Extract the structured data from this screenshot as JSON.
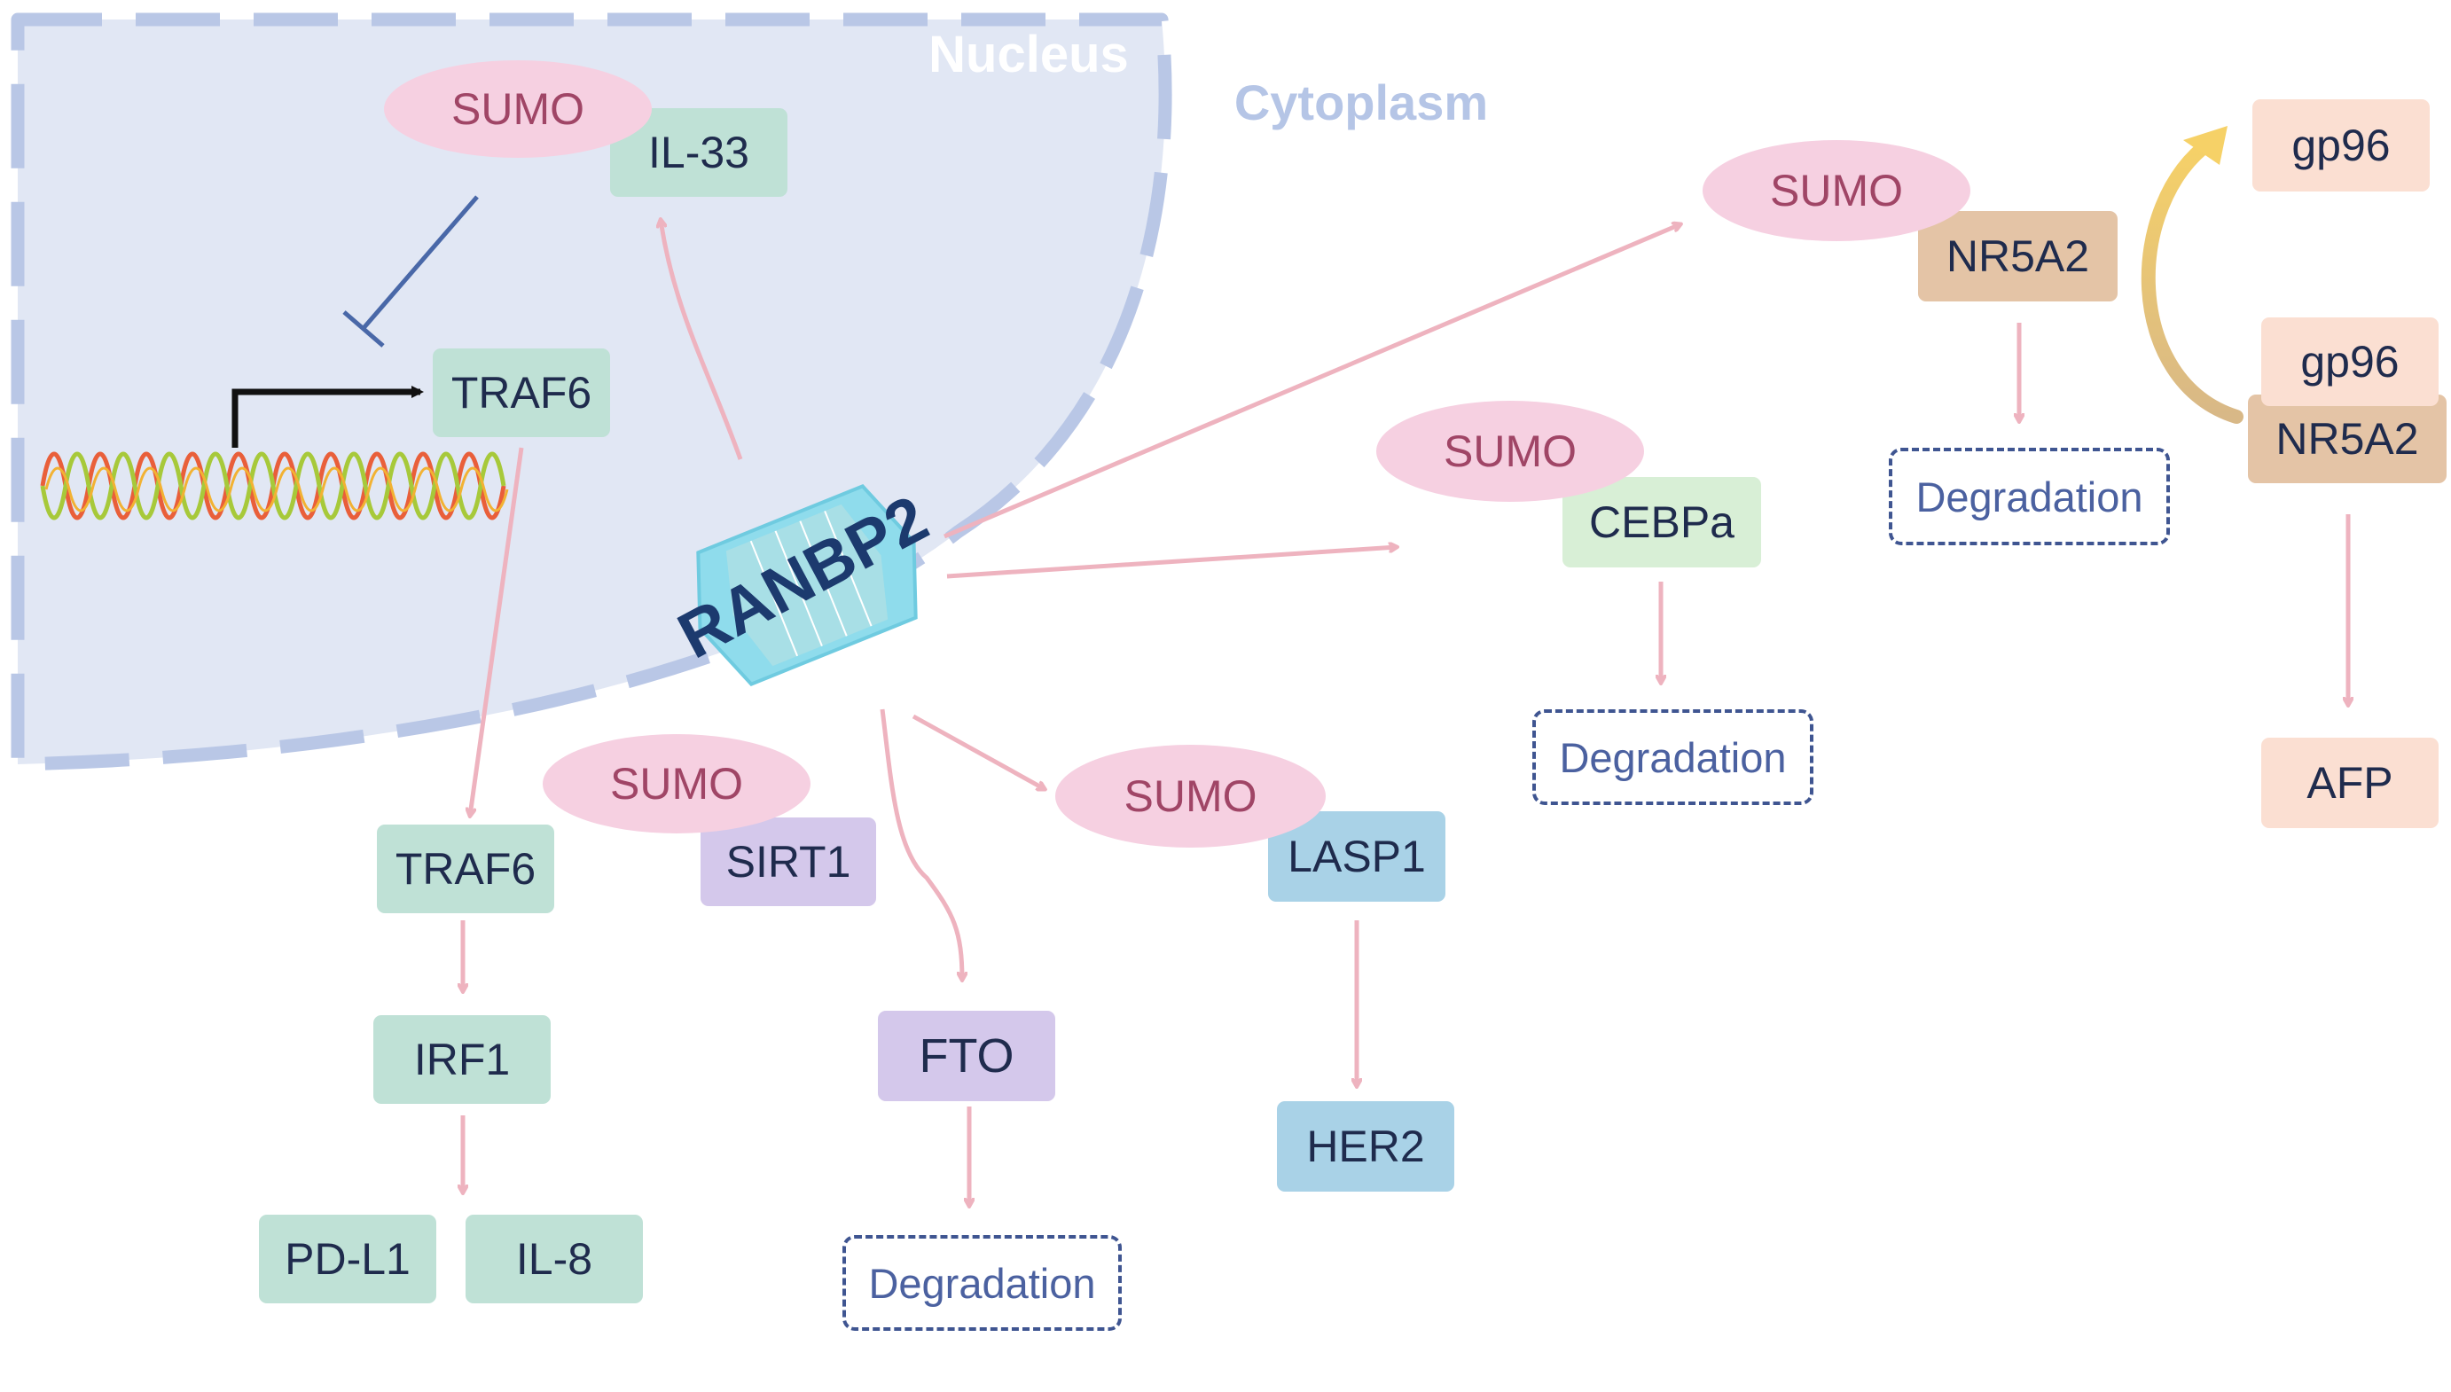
{
  "regions": {
    "nucleus": "Nucleus",
    "cytoplasm": "Cytoplasm"
  },
  "hub": {
    "label": "RANBP2"
  },
  "nodes": {
    "sumo": "SUMO",
    "il33": "IL-33",
    "traf6": "TRAF6",
    "irf1": "IRF1",
    "pdl1": "PD-L1",
    "il8": "IL-8",
    "sirt1": "SIRT1",
    "fto": "FTO",
    "lasp1": "LASP1",
    "her2": "HER2",
    "cebpa": "CEBPa",
    "nr5a2": "NR5A2",
    "gp96": "gp96",
    "afp": "AFP",
    "degradation": "Degradation"
  },
  "colors": {
    "nucleus_fill": "#e1e7f4",
    "nucleus_border": "#b9c7e6",
    "arrow": "#eeb3bf",
    "inhibition": "#4968a8",
    "sumo_fill": "#f6d0e1",
    "pore_fill": "#8fdcec",
    "hub_text": "#1c3a6e",
    "curved_arrow": "#f2c86a"
  }
}
